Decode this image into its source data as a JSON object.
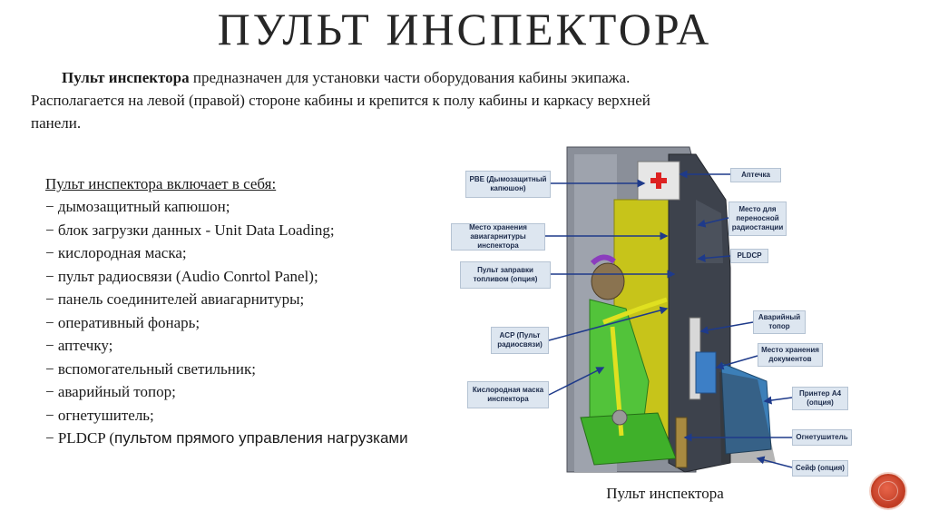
{
  "title": "ПУЛЬТ ИНСПЕКТОРА",
  "intro": {
    "bold": "Пульт инспектора",
    "rest": " предназначен для установки части оборудования кабины экипажа. Располагается на левой (правой) стороне кабины и крепится к полу кабины и каркасу верхней панели."
  },
  "list": {
    "heading": "Пульт инспектора включает в себя:",
    "items": [
      "− дымозащитный капюшон;",
      "− блок загрузки данных - Unit Data Loading;",
      "− кислородная маска;",
      "− пульт радиосвязи (Audio Conrtol Panel);",
      "− панель соединителей авиагарнитуры;",
      "− оперативный фонарь;",
      "− аптечку;",
      "− вспомогательный светильник;",
      "− аварийный топор;",
      "− огнетушитель;"
    ],
    "last_prefix": "− PLDCP (",
    "last_bold": "пультом прямого управления нагрузками"
  },
  "figure": {
    "caption": "Пульт инспектора",
    "callouts": {
      "pbe": "PBE (Дымозащитный капюшон)",
      "headset_storage": "Место хранения авиагарнитуры инспектора",
      "fuel_panel": "Пульт заправки топливом (опция)",
      "acp": "ACP (Пульт радиосвязи)",
      "oxygen": "Кислородная маска инспектора",
      "first_aid": "Аптечка",
      "radio_place": "Место для переносной радиостанции",
      "pldcp": "PLDCP",
      "axe": "Аварийный топор",
      "docs": "Место хранения документов",
      "printer": "Принтер А4 (опция)",
      "extinguisher": "Огнетушитель",
      "safe": "Сейф (опция)"
    }
  },
  "colors": {
    "accent": "#c13d23",
    "callout_bg": "#dde6f0",
    "arrow": "#1e3a8a"
  }
}
